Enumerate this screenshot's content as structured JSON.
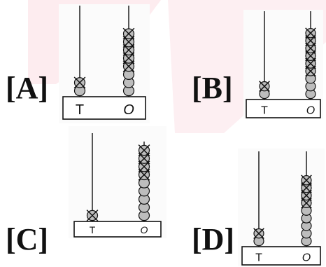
{
  "options": [
    {
      "label": "[A]",
      "tens_label": "T",
      "ones_label": "O",
      "tens_beads": 2,
      "tens_crossed": 1,
      "ones_beads": 8,
      "ones_crossed": 5
    },
    {
      "label": "[B]",
      "tens_label": "T",
      "ones_label": "O",
      "tens_beads": 2,
      "tens_crossed": 1,
      "ones_beads": 9,
      "ones_crossed": 6
    },
    {
      "label": "[C]",
      "tens_label": "T",
      "ones_label": "O",
      "tens_beads": 1,
      "tens_crossed": 1,
      "ones_beads": 9,
      "ones_crossed": 4
    },
    {
      "label": "[D]",
      "tens_label": "T",
      "ones_label": "O",
      "tens_beads": 2,
      "tens_crossed": 1,
      "ones_beads": 9,
      "ones_crossed": 4
    }
  ],
  "colors": {
    "bead_fill": "#bdbdbd",
    "stroke": "#111111",
    "watermark": "#fde7ec"
  }
}
